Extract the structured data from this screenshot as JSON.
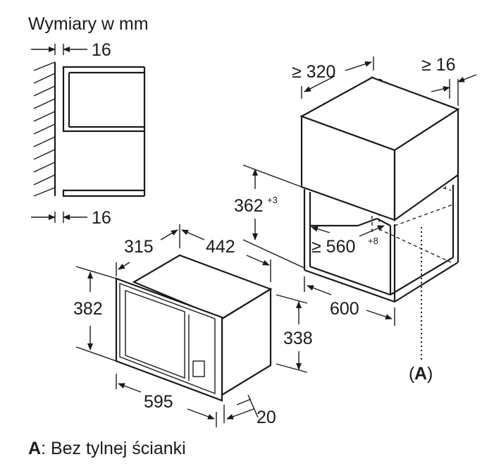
{
  "heading": "Wymiary w mm",
  "dimensions": {
    "wall_gap_top": "16",
    "wall_gap_bottom": "16",
    "cabinet_height": "362",
    "cabinet_height_tol": "+3",
    "cabinet_depth": "≥ 320",
    "side_gap": "≥ 16",
    "cabinet_width": "≥ 560",
    "cabinet_width_tol": "+8",
    "cabinet_total_width": "600",
    "oven_depth": "315",
    "oven_body_width": "442",
    "oven_front_height": "382",
    "oven_body_height": "338",
    "oven_front_width": "595",
    "front_thickness": "20"
  },
  "callout_label": "A",
  "legend": {
    "key": "A",
    "text": ": Bez tylnej ścianki"
  }
}
